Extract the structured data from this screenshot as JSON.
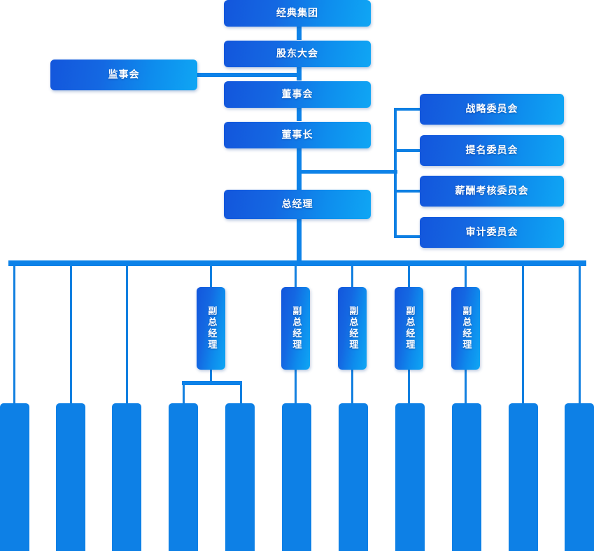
{
  "chart": {
    "title_node": "经典集团",
    "accent_color": "#0d80e6",
    "gradient_from": "#1356dc",
    "gradient_to": "#0fa6f4"
  },
  "spine": [
    {
      "label": "经典集团"
    },
    {
      "label": "股东大会"
    },
    {
      "label": "董事会"
    },
    {
      "label": "董事长"
    },
    {
      "label": "总经理"
    }
  ],
  "supervisor": {
    "label": "监事会"
  },
  "committees": [
    {
      "label": "战略委员会"
    },
    {
      "label": "提名委员会"
    },
    {
      "label": "薪酬考核委员会"
    },
    {
      "label": "审计委员会"
    }
  ],
  "deputies": [
    {
      "label": "副总经理"
    },
    {
      "label": "副总经理"
    },
    {
      "label": "副总经理"
    },
    {
      "label": "副总经理"
    },
    {
      "label": "副总经理"
    }
  ],
  "departments": [
    {
      "label": ""
    },
    {
      "label": ""
    },
    {
      "label": ""
    },
    {
      "label": ""
    },
    {
      "label": ""
    },
    {
      "label": ""
    },
    {
      "label": ""
    },
    {
      "label": ""
    },
    {
      "label": ""
    },
    {
      "label": ""
    },
    {
      "label": ""
    }
  ]
}
